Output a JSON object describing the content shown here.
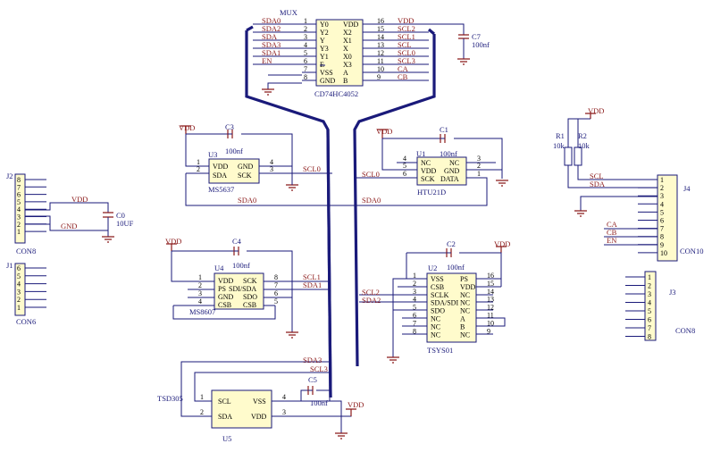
{
  "mux": {
    "title": "MUX",
    "part": "CD74HC4052",
    "left_nets": [
      "SDA0",
      "SDA2",
      "SDA",
      "SDA3",
      "SDA1",
      "EN"
    ],
    "left_nums": [
      "1",
      "2",
      "3",
      "4",
      "5",
      "6",
      "7",
      "8"
    ],
    "left_pins": [
      "Y0",
      "Y2",
      "Y",
      "Y3",
      "Y1",
      "E",
      "VSS",
      "GND"
    ],
    "right_nums": [
      "16",
      "15",
      "14",
      "13",
      "12",
      "11",
      "10",
      "9"
    ],
    "right_pins": [
      "VDD",
      "X2",
      "X1",
      "X",
      "X0",
      "X3",
      "A",
      "B"
    ],
    "right_nets": [
      "VDD",
      "SCL2",
      "SCL1",
      "SCL",
      "SCL0",
      "SCL3",
      "CA",
      "CB"
    ]
  },
  "c7": {
    "ref": "C7",
    "value": "100nf"
  },
  "u3": {
    "ref": "U3",
    "part": "MS5637",
    "cap_ref": "C3",
    "cap_value": "100nf",
    "vdd": "VDD",
    "left_nums": [
      "1",
      "2"
    ],
    "left_pins": [
      "VDD",
      "SDA"
    ],
    "right_pins": [
      "GND",
      "SCK"
    ],
    "right_nums": [
      "4",
      "3"
    ],
    "net": "SCL0"
  },
  "u1": {
    "ref": "U1",
    "part": "HTU21D",
    "cap_ref": "C1",
    "cap_value": "100nf",
    "vdd": "VDD",
    "left_nums": [
      "4",
      "5",
      "6"
    ],
    "left_pins": [
      "NC",
      "VDD",
      "SCK"
    ],
    "right_pins": [
      "NC",
      "GND",
      "DATA"
    ],
    "right_nums": [
      "3",
      "2",
      "1"
    ],
    "net": "SCL0"
  },
  "sda0_labels": [
    "SDA0",
    "SDA0"
  ],
  "u4": {
    "ref": "U4",
    "part": "MS8607",
    "cap_ref": "C4",
    "cap_value": "100nf",
    "vdd": "VDD",
    "left_nums": [
      "1",
      "2",
      "3",
      "4"
    ],
    "left_pins": [
      "VDD",
      "PS",
      "GND",
      "CSB"
    ],
    "right_pins": [
      "SCK",
      "SDI/SDA",
      "SDO",
      "CSB"
    ],
    "right_nums": [
      "8",
      "7",
      "6",
      "5"
    ],
    "nets": [
      "SCL1",
      "SDA1"
    ]
  },
  "u2": {
    "ref": "U2",
    "part": "TSYS01",
    "cap_ref": "C2",
    "cap_value": "100nf",
    "vdd": "VDD",
    "left_nums": [
      "1",
      "2",
      "3",
      "4",
      "5",
      "6",
      "7",
      "8"
    ],
    "left_pins": [
      "VSS",
      "CSB",
      "SCLK",
      "SDA/SDI",
      "SDO",
      "NC",
      "NC",
      "NC"
    ],
    "right_pins": [
      "PS",
      "VDD",
      "NC",
      "NC",
      "NC",
      "A",
      "B",
      "NC"
    ],
    "right_nums": [
      "16",
      "15",
      "14",
      "13",
      "12",
      "11",
      "10",
      "9"
    ],
    "nets": [
      "SCL2",
      "SDA2"
    ]
  },
  "u5": {
    "ref": "U5",
    "part": "TSD305",
    "cap_ref": "C5",
    "cap_value": "100nf",
    "vdd": "VDD",
    "left_nums": [
      "1",
      "2"
    ],
    "left_pins": [
      "SCL",
      "SDA"
    ],
    "right_pins": [
      "VSS",
      "VDD"
    ],
    "right_nums": [
      "4",
      "3"
    ],
    "nets": [
      "SDA3",
      "SCL3"
    ]
  },
  "j2": {
    "ref": "J2",
    "part": "CON8",
    "nums": [
      "8",
      "7",
      "6",
      "5",
      "4",
      "3",
      "2",
      "1"
    ],
    "nets": [
      "VDD",
      "GND"
    ],
    "cap_ref": "C0",
    "cap_value": "10UF"
  },
  "j1": {
    "ref": "J1",
    "part": "CON6",
    "nums": [
      "6",
      "5",
      "4",
      "3",
      "2",
      "1"
    ]
  },
  "j4": {
    "ref": "J4",
    "part": "CON10",
    "nums": [
      "1",
      "2",
      "3",
      "4",
      "5",
      "6",
      "7",
      "8",
      "9",
      "10"
    ],
    "nets": [
      "SCL",
      "SDA",
      "CA",
      "CB",
      "EN"
    ],
    "r1_ref": "R1",
    "r1_value": "10k",
    "r2_ref": "R2",
    "r2_value": "10k",
    "vdd": "VDD"
  },
  "j3": {
    "ref": "J3",
    "part": "CON8",
    "nums": [
      "1",
      "2",
      "3",
      "4",
      "5",
      "6",
      "7",
      "8"
    ]
  }
}
